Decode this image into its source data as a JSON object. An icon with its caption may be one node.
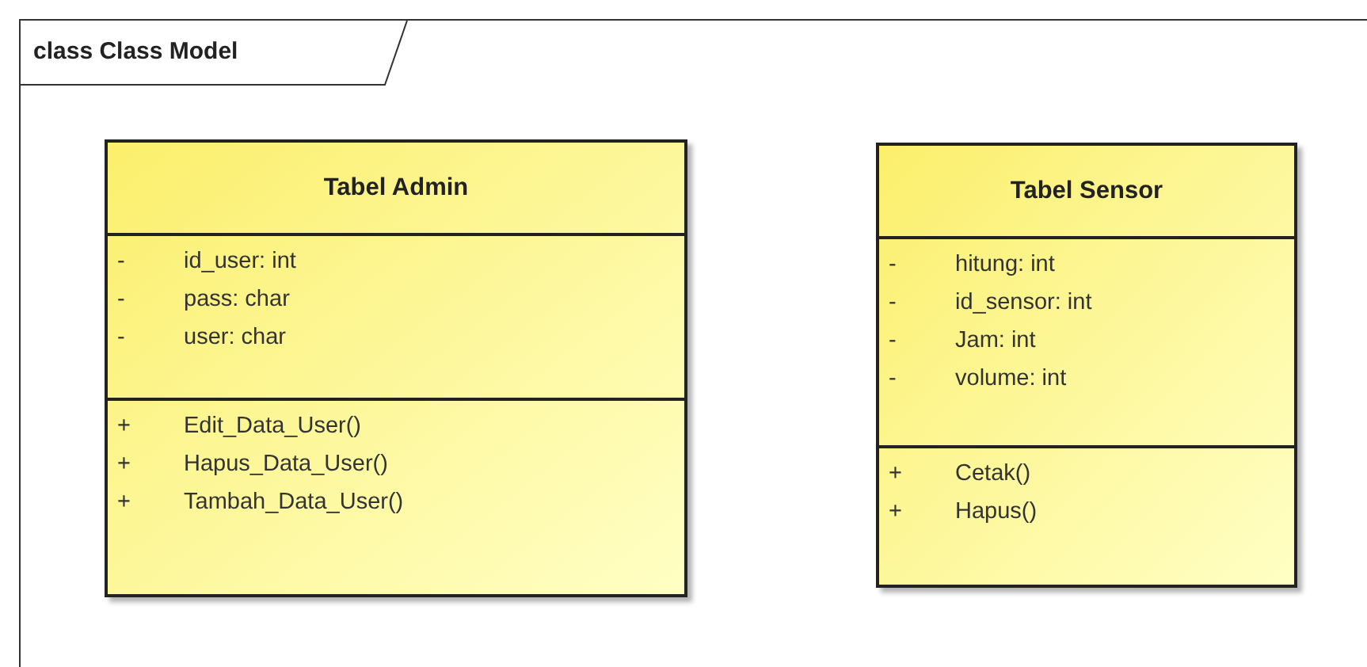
{
  "diagram": {
    "nodes": [
      {
        "text": [
          "class Class Model"
        ]
      },
      {
        "text": [
          "Tabel Admin"
        ],
        "in": 0
      },
      {
        "text": [
          "-",
          "id_user: int",
          "-",
          "pass: char",
          "-",
          "user: char"
        ],
        "in": 1
      },
      {
        "text": [
          "+",
          "Edit_Data_User()",
          "+",
          "Hapus_Data_User()",
          "+",
          "Tambah_Data_User()"
        ],
        "in": 1
      },
      {
        "text": [
          "Tabel Sensor"
        ],
        "in": 0
      },
      {
        "text": [
          "-",
          "hitung: int",
          "-",
          "id_sensor: int",
          "-",
          "Jam: int",
          "-",
          "volume: int"
        ],
        "in": 4
      },
      {
        "text": [
          "+",
          "Cetak()",
          "+",
          "Hapus()"
        ],
        "in": 4
      }
    ]
  }
}
